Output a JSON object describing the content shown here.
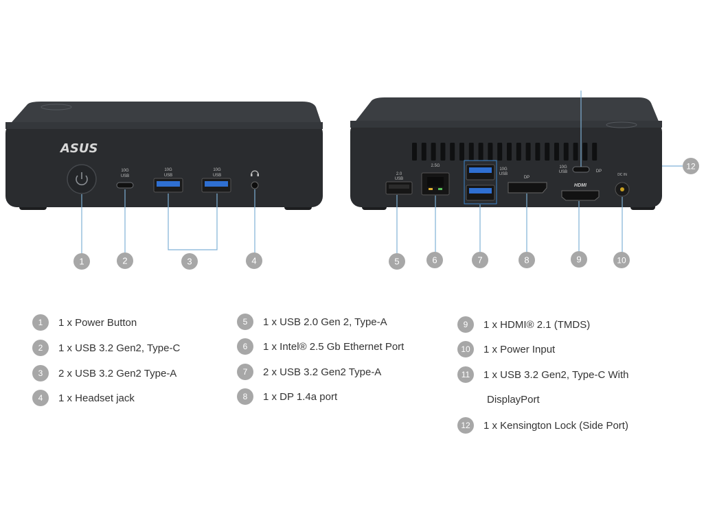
{
  "front": {
    "brand_logo": "ASUS",
    "port_labels": {
      "typec_speed": "10G",
      "typec_type": "USB",
      "usba1_speed": "10G",
      "usba1_type": "USB",
      "usba2_speed": "10G",
      "usba2_type": "USB"
    }
  },
  "back": {
    "port_labels": {
      "usb2_speed": "2.0",
      "usb2_type": "USB",
      "lan_speed": "2.5G",
      "usb3_speed": "10G",
      "usb3_type": "USB",
      "dp": "DP",
      "typec_speed": "10G",
      "typec_type": "USB",
      "typec_dp": "DP",
      "hdmi": "HDMI",
      "dcin": "DC IN"
    }
  },
  "callouts": [
    "1",
    "2",
    "3",
    "4",
    "5",
    "6",
    "7",
    "8",
    "9",
    "10",
    "12"
  ],
  "legend": {
    "col1": [
      {
        "num": "1",
        "text": "1 x Power Button"
      },
      {
        "num": "2",
        "text": "1 x USB 3.2 Gen2, Type-C"
      },
      {
        "num": "3",
        "text": "2 x USB 3.2 Gen2 Type-A"
      },
      {
        "num": "4",
        "text": "1 x Headset jack"
      }
    ],
    "col2": [
      {
        "num": "5",
        "text": "1 x USB 2.0 Gen 2, Type-A"
      },
      {
        "num": "6",
        "text": "1 x Intel® 2.5 Gb Ethernet Port"
      },
      {
        "num": "7",
        "text": "2 x USB 3.2 Gen2 Type-A"
      },
      {
        "num": "8",
        "text": "1 x DP 1.4a  port"
      }
    ],
    "col3": [
      {
        "num": "9",
        "text": "1 x HDMI® 2.1 (TMDS)"
      },
      {
        "num": "10",
        "text": "1 x Power Input"
      },
      {
        "num": "11",
        "text": "1 x USB 3.2 Gen2, Type-C With"
      },
      {
        "num": "12",
        "text": "1 x Kensington Lock (Side Port)"
      }
    ],
    "col3_continuation": "DisplayPort"
  },
  "colors": {
    "device_body": "#2a2c2f",
    "device_top": "#3a3d41",
    "usb3_blue": "#2f6fd1",
    "badge_gray": "#a7a7a7",
    "leader_line": "#7fb0d6"
  }
}
